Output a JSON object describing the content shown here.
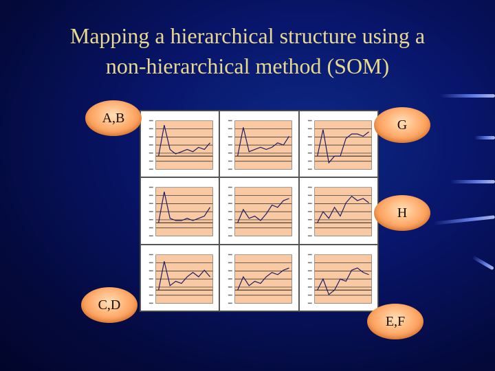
{
  "title": {
    "line1": "Mapping a hierarchical structure using a",
    "line2": "non-hierarchical method (SOM)"
  },
  "cluster_labels": {
    "ab": "A,B",
    "g": "G",
    "h": "H",
    "cd": "C,D",
    "ef": "E,F"
  },
  "colors": {
    "background": "#08156a",
    "title": "#e9d98c",
    "plot_fill": "#f9c9a3",
    "oval": "#ffb072"
  },
  "panels": [
    {
      "values": [
        0.0,
        1.4,
        0.3,
        0.1,
        0.2,
        0.3,
        0.2,
        0.4,
        0.3,
        0.6
      ]
    },
    {
      "values": [
        0.0,
        1.3,
        0.2,
        0.3,
        0.4,
        0.3,
        0.4,
        0.6,
        0.5,
        0.9
      ]
    },
    {
      "values": [
        0.0,
        1.2,
        -0.3,
        0.0,
        0.0,
        0.8,
        1.0,
        1.0,
        0.9,
        1.1
      ]
    },
    {
      "values": [
        0.0,
        1.4,
        0.2,
        0.1,
        0.1,
        0.2,
        0.1,
        0.2,
        0.3,
        0.7
      ]
    },
    {
      "values": [
        0.0,
        0.6,
        0.2,
        0.3,
        0.1,
        0.4,
        0.8,
        0.7,
        1.0,
        1.1
      ]
    },
    {
      "values": [
        0.0,
        0.5,
        0.2,
        0.7,
        0.3,
        0.9,
        1.2,
        1.0,
        1.1,
        0.9
      ]
    },
    {
      "values": [
        0.0,
        1.3,
        0.2,
        0.4,
        0.3,
        0.6,
        0.8,
        0.6,
        0.9,
        0.6
      ]
    },
    {
      "values": [
        0.0,
        0.6,
        0.2,
        0.4,
        0.3,
        0.6,
        0.8,
        0.7,
        0.9,
        1.0
      ]
    },
    {
      "values": [
        0.0,
        0.5,
        -0.2,
        0.0,
        0.5,
        0.4,
        0.9,
        1.0,
        0.8,
        0.7
      ]
    }
  ]
}
